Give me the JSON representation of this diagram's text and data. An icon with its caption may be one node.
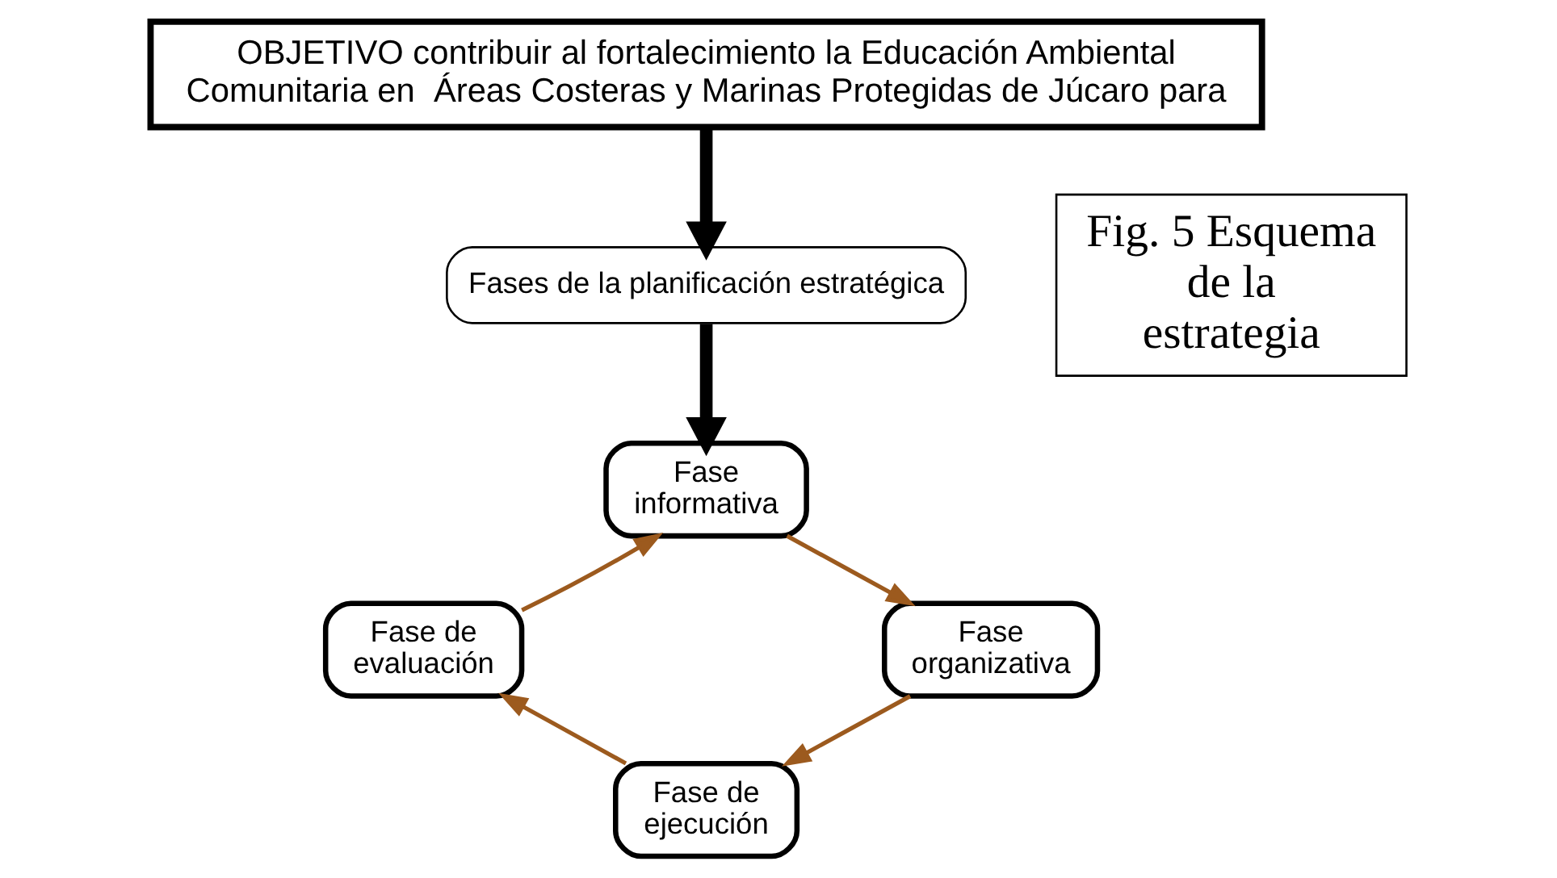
{
  "diagram": {
    "nodes": [
      {
        "text": [
          "OBJETIVO contribuir al fortalecimiento la Educación Ambiental Comunitaria en  Áreas Costeras y Marinas Protegidas de Júcaro para"
        ]
      },
      {
        "text": [
          "Fases de la planificación estratégica"
        ]
      },
      {
        "text": [
          "Fase informativa"
        ]
      },
      {
        "text": [
          "Fase organizativa"
        ]
      },
      {
        "text": [
          "Fase de ejecución"
        ]
      },
      {
        "text": [
          "Fase de evaluación"
        ]
      },
      {
        "text": [
          "Fig. 5 Esquema de la estrategia"
        ]
      }
    ],
    "edges": [
      {
        "from": 0,
        "to": 1,
        "arrow": "to",
        "style": "thick",
        "color": "#000000"
      },
      {
        "from": 1,
        "to": 2,
        "arrow": "to",
        "style": "thick",
        "color": "#000000"
      },
      {
        "from": 2,
        "to": 3,
        "arrow": "to"
      },
      {
        "from": 3,
        "to": 4,
        "arrow": "to"
      },
      {
        "from": 4,
        "to": 5,
        "arrow": "to"
      },
      {
        "from": 5,
        "to": 2,
        "arrow": "to"
      }
    ]
  }
}
